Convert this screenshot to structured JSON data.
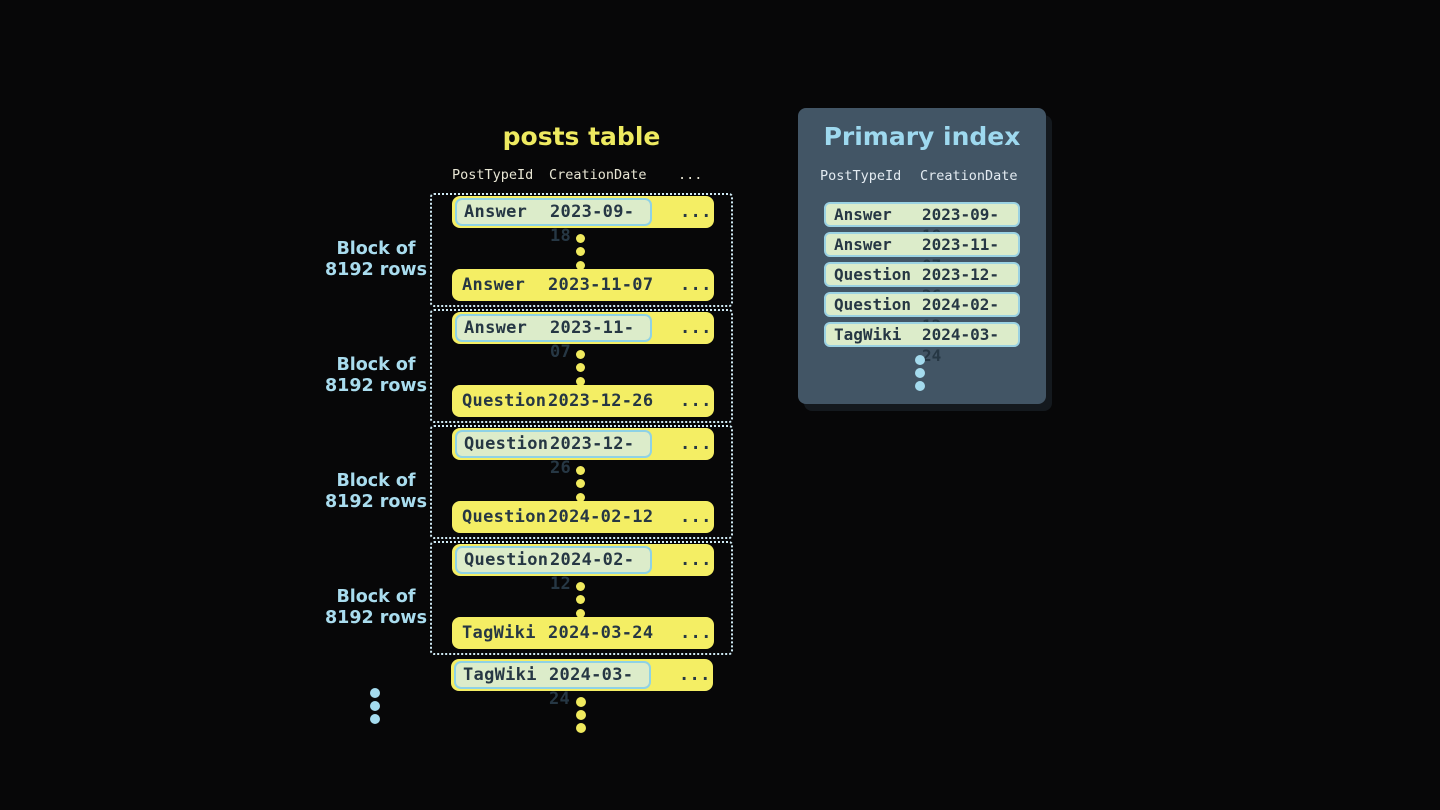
{
  "posts_table": {
    "title": "posts table",
    "columns": [
      "PostTypeId",
      "CreationDate",
      "..."
    ],
    "row_ellipsis": "...",
    "blocks": [
      {
        "label": [
          "Block of",
          "8192 rows"
        ],
        "first_row": {
          "post_type": "Answer",
          "creation_date": "2023-09-18"
        },
        "last_row": {
          "post_type": "Answer",
          "creation_date": "2023-11-07"
        }
      },
      {
        "label": [
          "Block of",
          "8192 rows"
        ],
        "first_row": {
          "post_type": "Answer",
          "creation_date": "2023-11-07"
        },
        "last_row": {
          "post_type": "Question",
          "creation_date": "2023-12-26"
        }
      },
      {
        "label": [
          "Block of",
          "8192 rows"
        ],
        "first_row": {
          "post_type": "Question",
          "creation_date": "2023-12-26"
        },
        "last_row": {
          "post_type": "Question",
          "creation_date": "2024-02-12"
        }
      },
      {
        "label": [
          "Block of",
          "8192 rows"
        ],
        "first_row": {
          "post_type": "Question",
          "creation_date": "2024-02-12"
        },
        "last_row": {
          "post_type": "TagWiki",
          "creation_date": "2024-03-24"
        }
      }
    ],
    "trailing_row": {
      "post_type": "TagWiki",
      "creation_date": "2024-03-24"
    }
  },
  "primary_index": {
    "title": "Primary index",
    "columns": [
      "PostTypeId",
      "CreationDate"
    ],
    "rows": [
      {
        "post_type": "Answer",
        "creation_date": "2023-09-18"
      },
      {
        "post_type": "Answer",
        "creation_date": "2023-11-07"
      },
      {
        "post_type": "Question",
        "creation_date": "2023-12-26"
      },
      {
        "post_type": "Question",
        "creation_date": "2024-02-12"
      },
      {
        "post_type": "TagWiki",
        "creation_date": "2024-03-24"
      }
    ]
  },
  "colors": {
    "background": "#070708",
    "row_yellow": "#f4ee64",
    "title_yellow": "#eeea60",
    "highlight_green": "#dcecca",
    "highlight_border_blue": "#8ed2e6",
    "accent_light_blue": "#a4dbee",
    "panel_slate": "#425565",
    "dark_text": "#263744"
  }
}
